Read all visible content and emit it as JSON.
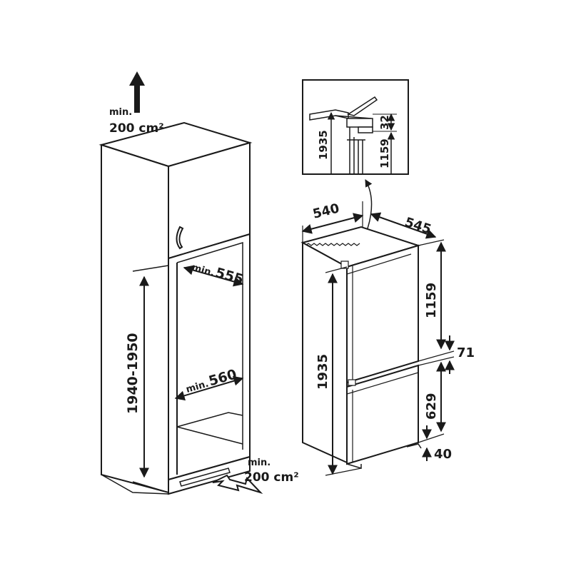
{
  "cabinet": {
    "vent_top": {
      "line1": "min.",
      "line2": "200 cm²"
    },
    "vent_bottom": {
      "line1": "min.",
      "line2": "200 cm²"
    },
    "niche_depth": {
      "prefix": "min.",
      "value": "555"
    },
    "niche_width": {
      "prefix": "min.",
      "value": "560"
    },
    "niche_height": "1940-1950"
  },
  "appliance": {
    "width": "540",
    "depth": "545",
    "height": "1935",
    "upper_door": "1159",
    "gap": "71",
    "lower_door": "629",
    "base": "40"
  },
  "detail": {
    "height": "1935",
    "top_gap": "32",
    "door": "1159"
  }
}
